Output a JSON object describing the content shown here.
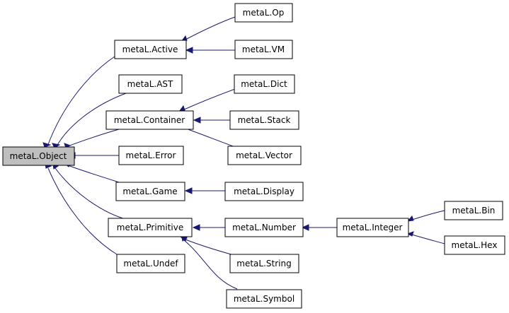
{
  "diagram": {
    "type": "inheritance-graph",
    "colors": {
      "edge": "#191970",
      "root_fill": "#bfbfbf",
      "node_fill": "#ffffff",
      "node_border": "#000000"
    },
    "nodes": [
      {
        "id": "object",
        "label": "metaL.Object"
      },
      {
        "id": "active",
        "label": "metaL.Active"
      },
      {
        "id": "ast",
        "label": "metaL.AST"
      },
      {
        "id": "container",
        "label": "metaL.Container"
      },
      {
        "id": "error",
        "label": "metaL.Error"
      },
      {
        "id": "game",
        "label": "metaL.Game"
      },
      {
        "id": "primitive",
        "label": "metaL.Primitive"
      },
      {
        "id": "undef",
        "label": "metaL.Undef"
      },
      {
        "id": "op",
        "label": "metaL.Op"
      },
      {
        "id": "vm",
        "label": "metaL.VM"
      },
      {
        "id": "dict",
        "label": "metaL.Dict"
      },
      {
        "id": "stack",
        "label": "metaL.Stack"
      },
      {
        "id": "vector",
        "label": "metaL.Vector"
      },
      {
        "id": "display",
        "label": "metaL.Display"
      },
      {
        "id": "number",
        "label": "metaL.Number"
      },
      {
        "id": "string",
        "label": "metaL.String"
      },
      {
        "id": "symbol",
        "label": "metaL.Symbol"
      },
      {
        "id": "integer",
        "label": "metaL.Integer"
      },
      {
        "id": "bin",
        "label": "metaL.Bin"
      },
      {
        "id": "hex",
        "label": "metaL.Hex"
      }
    ],
    "edges": [
      {
        "child": "active",
        "parent": "object"
      },
      {
        "child": "ast",
        "parent": "object"
      },
      {
        "child": "container",
        "parent": "object"
      },
      {
        "child": "error",
        "parent": "object"
      },
      {
        "child": "game",
        "parent": "object"
      },
      {
        "child": "primitive",
        "parent": "object"
      },
      {
        "child": "undef",
        "parent": "object"
      },
      {
        "child": "op",
        "parent": "active"
      },
      {
        "child": "vm",
        "parent": "active"
      },
      {
        "child": "dict",
        "parent": "container"
      },
      {
        "child": "stack",
        "parent": "container"
      },
      {
        "child": "vector",
        "parent": "container"
      },
      {
        "child": "display",
        "parent": "game"
      },
      {
        "child": "number",
        "parent": "primitive"
      },
      {
        "child": "string",
        "parent": "primitive"
      },
      {
        "child": "symbol",
        "parent": "primitive"
      },
      {
        "child": "integer",
        "parent": "number"
      },
      {
        "child": "bin",
        "parent": "integer"
      },
      {
        "child": "hex",
        "parent": "integer"
      }
    ]
  }
}
